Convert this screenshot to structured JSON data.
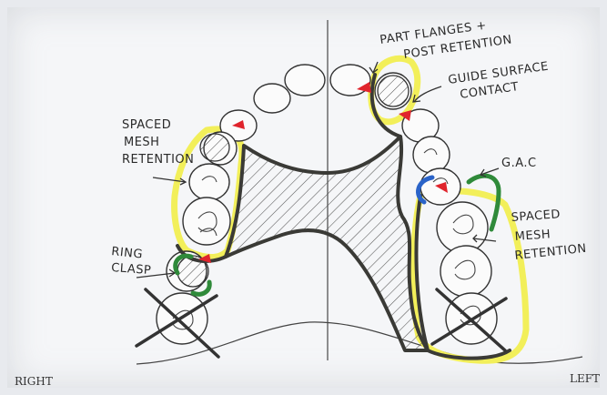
{
  "labels": {
    "part_flanges_1": "PART FLANGES +",
    "part_flanges_2": "POST RETENTION",
    "guide_surface_1": "GUIDE SURFACE",
    "guide_surface_2": "CONTACT",
    "spaced_mesh_right_1": "SPACED",
    "spaced_mesh_right_2": "MESH",
    "spaced_mesh_right_3": "RETENTION",
    "gac": "G.A.C",
    "spaced_mesh_left_1": "SPACED",
    "spaced_mesh_left_2": "MESH",
    "spaced_mesh_left_3": "RETENTION",
    "ring_clasp_1": "RING",
    "ring_clasp_2": "CLASP",
    "right": "RIGHT",
    "left": "LEFT"
  },
  "colors": {
    "highlight_yellow": "#f2ef5a",
    "rest_red": "#e0242c",
    "clasp_green": "#2f8a3a",
    "clasp_blue": "#2a63c8",
    "framework": "#3a3a36",
    "hatch": "#555555"
  }
}
